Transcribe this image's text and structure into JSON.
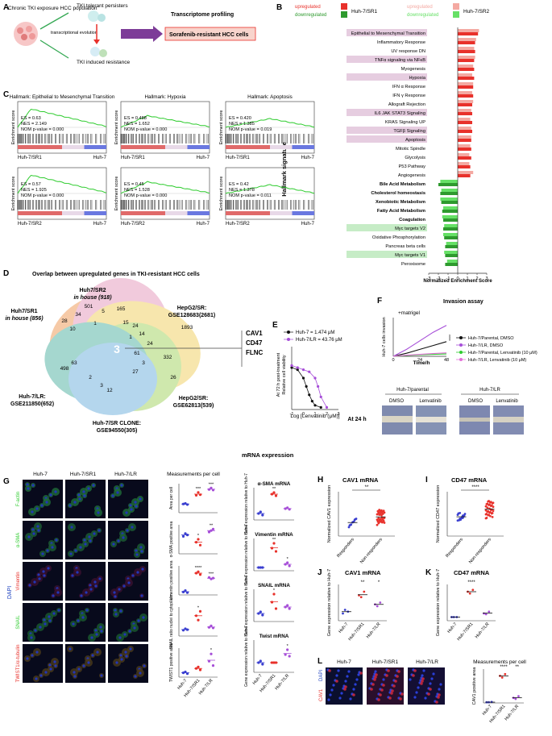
{
  "panels": {
    "A": "A",
    "B": "B",
    "C": "C",
    "D": "D",
    "E": "E",
    "F": "F",
    "G": "G",
    "H": "H",
    "I": "I",
    "J": "J",
    "K": "K",
    "L": "L"
  },
  "colors": {
    "sr1_up": "#e8312b",
    "sr1_down": "#2e9a2e",
    "sr2_up": "#f4a9a2",
    "sr2_down": "#66e066",
    "highlight_pink": "#e6cde0",
    "highlight_green": "#c6ecc6",
    "gsea_line": "#2fcc2f",
    "purple": "#a64ed8"
  },
  "panelA": {
    "population": "Chronic TKI exposure\nHCC population",
    "persisters": "TKI tolerant persisters",
    "evolution": "transcriptional\nevolution",
    "induced": "TKI induced resistance",
    "profiling": "Transcriptome\nprofiling",
    "result": "Sorafenib-resistant HCC cells"
  },
  "panelB": {
    "legend": {
      "up1": "upregulated",
      "down1": "downregulated",
      "line1": "Huh-7/SR1",
      "up2": "upregulated",
      "down2": "downregulated",
      "line2": "Huh-7/SR2"
    },
    "ylabel": "Hallmark signature",
    "xlabel": "Normalized Enrichment Score",
    "xticks": [
      "-3",
      "-2",
      "-1",
      "0",
      "1",
      "2",
      "3"
    ]
  },
  "chart_data": [
    {
      "type": "bar",
      "xlabel": "Normalized Enrichment Score",
      "ylabel": "Hallmark signature",
      "xlim": [
        -3,
        3
      ],
      "categories": [
        "Epithelial to Mesenchymal Transition",
        "Inflammatory Response",
        "UV response DN",
        "TNFα signaling via NFκB",
        "Myogenesis",
        "Hypoxia",
        "IFN α Response",
        "IFN γ Response",
        "Allograft Rejection",
        "IL6 JAK STAT3 Signaling",
        "KRAS Signaling UP",
        "TGFβ Signaling",
        "Apoptosis",
        "Mitotic Spindle",
        "Glycolysis",
        "P53 Pathway",
        "Angiogenesis",
        "Bile Acid Metabolism",
        "Cholesterol homeostasis",
        "Xenobiotic Metabolism",
        "Fatty Acid Metabolism",
        "Coagulation",
        "Myc targets V2",
        "Oxidative Phosphorylation",
        "Pancreas beta cells",
        "Myc targets V1",
        "Peroxisome"
      ],
      "series": [
        {
          "name": "Huh-7/SR1",
          "values": [
            2.1,
            1.8,
            1.8,
            1.7,
            1.7,
            1.7,
            1.6,
            1.6,
            1.5,
            1.5,
            1.5,
            1.5,
            1.4,
            1.4,
            1.4,
            1.3,
            1.3,
            -2.0,
            -1.8,
            -1.7,
            -1.6,
            -1.5,
            -1.5,
            -1.4,
            -1.3,
            -1.3,
            -1.3
          ]
        },
        {
          "name": "Huh-7/SR2",
          "values": [
            2.2,
            1.9,
            1.7,
            1.8,
            1.6,
            1.5,
            1.6,
            1.5,
            1.6,
            1.4,
            1.3,
            1.4,
            1.4,
            1.3,
            1.2,
            1.2,
            1.6,
            -1.8,
            -1.7,
            -1.8,
            -1.5,
            -1.6,
            -1.4,
            -1.5,
            -1.2,
            -1.4,
            -1.1
          ]
        }
      ]
    },
    {
      "type": "line",
      "title": "",
      "xlabel": "Log [Lenvatinib (μM)]",
      "ylabel": "Relative cell viability",
      "xlim": [
        -1,
        3
      ],
      "ylim": [
        0,
        1.5
      ],
      "series": [
        {
          "name": "Huh-7",
          "x": [
            -1,
            -0.5,
            0,
            0.25,
            0.5,
            0.75,
            1,
            1.5
          ],
          "values": [
            1.0,
            0.95,
            0.75,
            0.55,
            0.35,
            0.2,
            0.1,
            0.05
          ]
        },
        {
          "name": "Huh-7/LR",
          "x": [
            -1,
            -0.5,
            0,
            0.5,
            1,
            1.25,
            1.5,
            2
          ],
          "values": [
            1.05,
            1.0,
            0.95,
            0.9,
            0.75,
            0.55,
            0.3,
            0.05
          ]
        }
      ]
    },
    {
      "type": "line",
      "title": "Invasion assay",
      "xlabel": "Time/h",
      "ylabel": "Huh-7 cells invasion",
      "xlim": [
        0,
        48
      ],
      "ylim": [
        0,
        100
      ],
      "series": [
        {
          "name": "Huh-7/Parental, DMSO",
          "x": [
            0,
            12,
            24,
            36,
            48
          ],
          "values": [
            0,
            8,
            18,
            28,
            38
          ]
        },
        {
          "name": "Huh-7/LR, DMSO",
          "x": [
            0,
            12,
            24,
            36,
            48
          ],
          "values": [
            0,
            18,
            40,
            62,
            80
          ]
        },
        {
          "name": "Huh-7/Parental, Lenvatinib (10 μM)",
          "x": [
            0,
            12,
            24,
            36,
            48
          ],
          "values": [
            0,
            2,
            4,
            5,
            6
          ]
        },
        {
          "name": "Huh-7/LR, Lenvatinib (10 μM)",
          "x": [
            0,
            12,
            24,
            36,
            48
          ],
          "values": [
            0,
            3,
            5,
            7,
            9
          ]
        }
      ]
    }
  ],
  "panelC": {
    "titles": [
      "Hallmark: Epithelial to Mesenchymal Transition",
      "Hallmark: Hypoxia",
      "Hallmark: Apoptosis"
    ],
    "ylabel": "Enrichment score",
    "stats": [
      {
        "es": "ES = 0.63",
        "nes": "NES = 2.149",
        "p": "NOM p-value = 0.000",
        "left": "Huh-7/SR1",
        "right": "Huh-7"
      },
      {
        "es": "ES = 0.488",
        "nes": "NES = 1.652",
        "p": "NOM p-value = 0.000",
        "left": "Huh-7/SR1",
        "right": "Huh-7"
      },
      {
        "es": "ES = 0.420",
        "nes": "NES = 1.385",
        "p": "NOM p-value = 0.019",
        "left": "Huh-7/SR1",
        "right": "Huh-7"
      },
      {
        "es": "ES = 0.57",
        "nes": "NES = 1.925",
        "p": "NOM p-value = 0.000",
        "left": "Huh-7/SR2",
        "right": "Huh-7"
      },
      {
        "es": "ES = 0.45",
        "nes": "NES = 1.528",
        "p": "NOM p-value = 0.000",
        "left": "Huh-7/SR2",
        "right": "Huh-7"
      },
      {
        "es": "ES = 0.42",
        "nes": "NES = 1.378",
        "p": "NOM p-value = 0.011",
        "left": "Huh-7/SR2",
        "right": "Huh-7"
      }
    ]
  },
  "panelD": {
    "title": "Overlap between upregulated genes in TKI-resistant HCC cells",
    "sr2": "Huh7/SR2",
    "sr2_house": "in house (918)",
    "sr1": "Huh7/SR1",
    "sr1_house": "in house (856)",
    "hep1": "HepG2/SR:",
    "hep1b": "GSE128683(2681)",
    "hep2": "HepG2/SR:",
    "hep2b": "GSE62813(539)",
    "lr": "Huh-7/LR:",
    "lrb": "GSE211850(652)",
    "clone": "Huh-7/SR CLONE:",
    "cloneb": "GSE94550(305)",
    "genes": [
      "CAV1",
      "CD47",
      "FLNC"
    ],
    "center": "3",
    "numbers": [
      "501",
      "34",
      "5",
      "165",
      "28",
      "10",
      "1",
      "15",
      "24",
      "1893",
      "1",
      "14",
      "24",
      "61",
      "332",
      "3",
      "27",
      "26",
      "63",
      "498",
      "2",
      "3",
      "12"
    ]
  },
  "panelE": {
    "legend1": "Huh-7 = 1.474 μM",
    "legend2": "Huh-7/LR = 43.76 μM",
    "ylabel": "At 72 h post-treatment\nRelative cell viability",
    "xlabel": "Log [Lenvatinib (μM)]",
    "xticks": [
      "-1",
      "0",
      "1",
      "2",
      "3"
    ]
  },
  "panelF": {
    "title": "Invasion assay",
    "matrigel": "+matrigel",
    "ylabel": "Huh-7 cells invasion",
    "xlabel": "Time/h",
    "xticks": [
      "0",
      "24",
      "48"
    ],
    "stars": "****",
    "legend": [
      "Huh-7/Parental, DMSO",
      "Huh-7/LR, DMSO",
      "Huh-7/Parental, Lenvatinib (10 μM)",
      "Huh-7/LR, Lenvatinib (10 μM)"
    ],
    "img_groups": [
      "Huh-7/parental",
      "Huh-7/LR"
    ],
    "img_labels": [
      "DMSO",
      "Lenvatinib",
      "DMSO",
      "Lenvatinib"
    ],
    "time": "At 24 h"
  },
  "panelG": {
    "header": "mRNA expression",
    "cols": [
      "Huh-7",
      "Huh-7/SR1",
      "Huh-7/LR"
    ],
    "meas": "Measurements per cell",
    "rows": [
      "F-actin",
      "α-SMA",
      "Vimentin",
      "SNAIL",
      "TWIST1/α-tubulin"
    ],
    "dapi": "DAPI",
    "meas_ylabels": [
      "Area per cell",
      "α-SMA positive area",
      "Vimentin positive area",
      "SNAIL ratio nuclei to cytoplasm",
      "TWIST1 positive area"
    ],
    "mrna_titles": [
      "α-SMA mRNA",
      "Vimentin mRNA",
      "SNAIL mRNA",
      "Twist mRNA"
    ],
    "mrna_ylabel": "Gene expression relative to Huh-7",
    "xlabels": [
      "Huh-7",
      "Huh-7/SR1",
      "Huh-7/LR"
    ]
  },
  "panelH": {
    "title": "CAV1 mRNA",
    "ylabel": "Normalized CAV1 expression",
    "x": [
      "Responders",
      "Non-responders"
    ],
    "stars": "**"
  },
  "panelI": {
    "title": "CD47 mRNA",
    "ylabel": "Normalized CD47 expression",
    "x": [
      "Responders",
      "Non-responders"
    ],
    "stars": "****"
  },
  "panelJ": {
    "title": "CAV1 mRNA",
    "ylabel": "Gene expression relative to Huh-7",
    "x": [
      "Huh-7",
      "Huh-7/SR1",
      "Huh-7/LR"
    ],
    "stars": [
      "**",
      "*"
    ]
  },
  "panelK": {
    "title": "CD47 mRNA",
    "ylabel": "Gene expression relative to Huh-7",
    "x": [
      "Huh-7",
      "Huh-7/SR1",
      "Huh-7/LR"
    ],
    "stars": [
      "****"
    ]
  },
  "panelL": {
    "cols": [
      "Huh-7",
      "Huh-7/SR1",
      "Huh-7/LR"
    ],
    "stain": "CAV1",
    "dapi": "DAPI",
    "meas": "Measurements per cell",
    "ylabel": "CAV1 positive area",
    "x": [
      "Huh-7",
      "Huh-7/SR1",
      "Huh-7/LR"
    ],
    "stars": [
      "****",
      "**"
    ]
  }
}
